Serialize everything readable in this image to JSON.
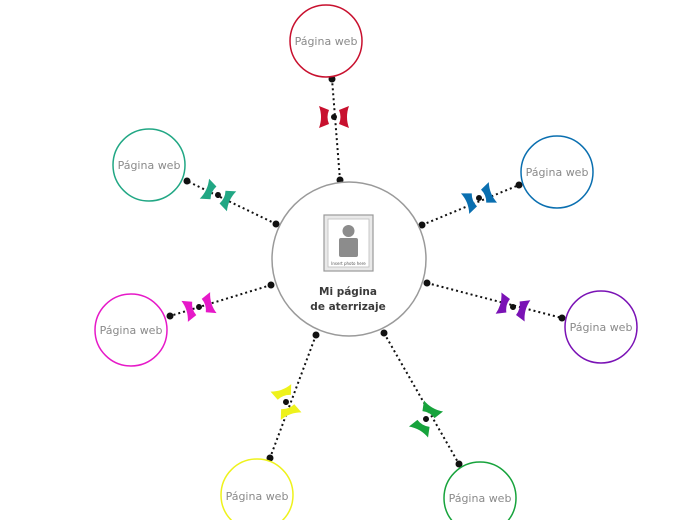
{
  "center": {
    "title_line1": "Mi página",
    "title_line2": "de aterrizaje",
    "image_placeholder": "Insert photo here"
  },
  "nodes": [
    {
      "id": "red",
      "label": "Página web",
      "color": "#c8102e"
    },
    {
      "id": "teal",
      "label": "Página web",
      "color": "#21a784"
    },
    {
      "id": "blue",
      "label": "Página web",
      "color": "#0a6fb0"
    },
    {
      "id": "magenta",
      "label": "Página web",
      "color": "#e619c8"
    },
    {
      "id": "purple",
      "label": "Página web",
      "color": "#7a12b5"
    },
    {
      "id": "yellow",
      "label": "Página web",
      "color": "#eef21c"
    },
    {
      "id": "green",
      "label": "Página web",
      "color": "#17a33c"
    }
  ],
  "style": {
    "center_border": "#9a9a9a",
    "connector": "#111111"
  }
}
